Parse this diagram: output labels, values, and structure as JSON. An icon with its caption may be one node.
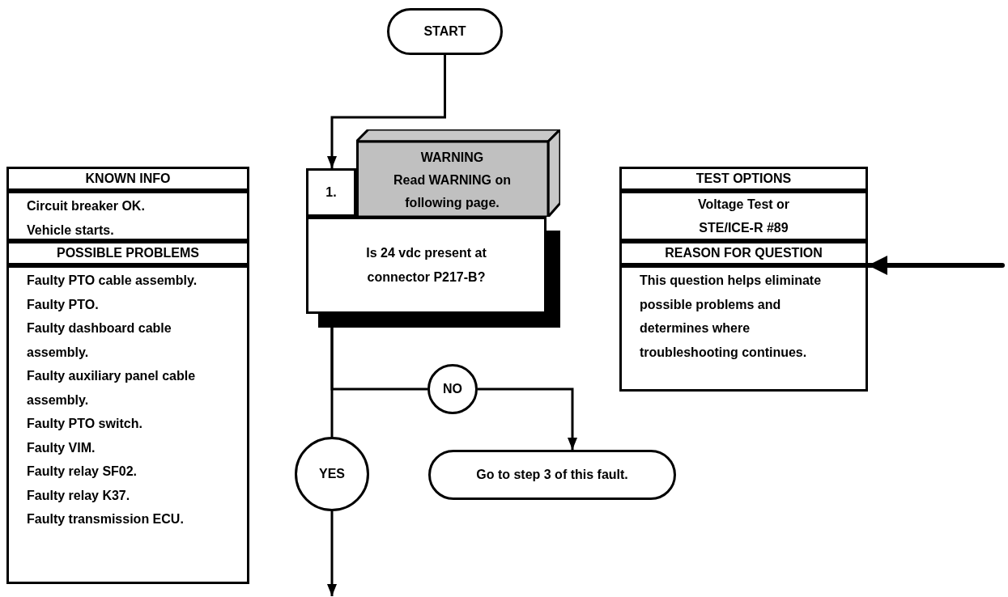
{
  "diagram": {
    "nodes": [
      {
        "text": [
          "START"
        ]
      },
      {
        "text": [
          "1."
        ]
      },
      {
        "text": [
          "WARNING",
          "Read WARNING on following page."
        ]
      },
      {
        "text": [
          "Is 24 vdc present at connector P217-B?"
        ]
      },
      {
        "text": [
          "KNOWN INFO"
        ]
      },
      {
        "text": [
          "Circuit breaker OK.",
          "Vehicle starts."
        ]
      },
      {
        "text": [
          "POSSIBLE PROBLEMS"
        ]
      },
      {
        "text": [
          "Faulty PTO cable assembly.",
          "Faulty PTO.",
          "Faulty dashboard cable assembly.",
          "Faulty auxiliary panel cable assembly.",
          "Faulty PTO switch.",
          "Faulty VIM.",
          "Faulty relay SF02.",
          "Faulty relay K37.",
          "Faulty transmission ECU."
        ]
      },
      {
        "text": [
          "TEST OPTIONS"
        ]
      },
      {
        "text": [
          "Voltage Test or STE/ICE-R #89"
        ]
      },
      {
        "text": [
          "REASON FOR QUESTION"
        ]
      },
      {
        "text": [
          "This question helps eliminate possible problems and determines where troubleshooting continues."
        ]
      },
      {
        "text": [
          "NO"
        ]
      },
      {
        "text": [
          "YES"
        ]
      },
      {
        "text": [
          "Go to step 3 of this fault."
        ]
      }
    ],
    "edges": [
      {
        "from": 0,
        "to": 1,
        "arrow": "to"
      },
      {
        "from": 3,
        "to": 12,
        "arrow": "none"
      },
      {
        "from": 12,
        "to": 14,
        "arrow": "to"
      },
      {
        "from": 3,
        "to": 13,
        "arrow": "none"
      },
      {
        "from": 13,
        "to": null,
        "arrow": "to"
      },
      {
        "from": null,
        "to": 10,
        "arrow": "to",
        "style": "thick"
      }
    ]
  }
}
